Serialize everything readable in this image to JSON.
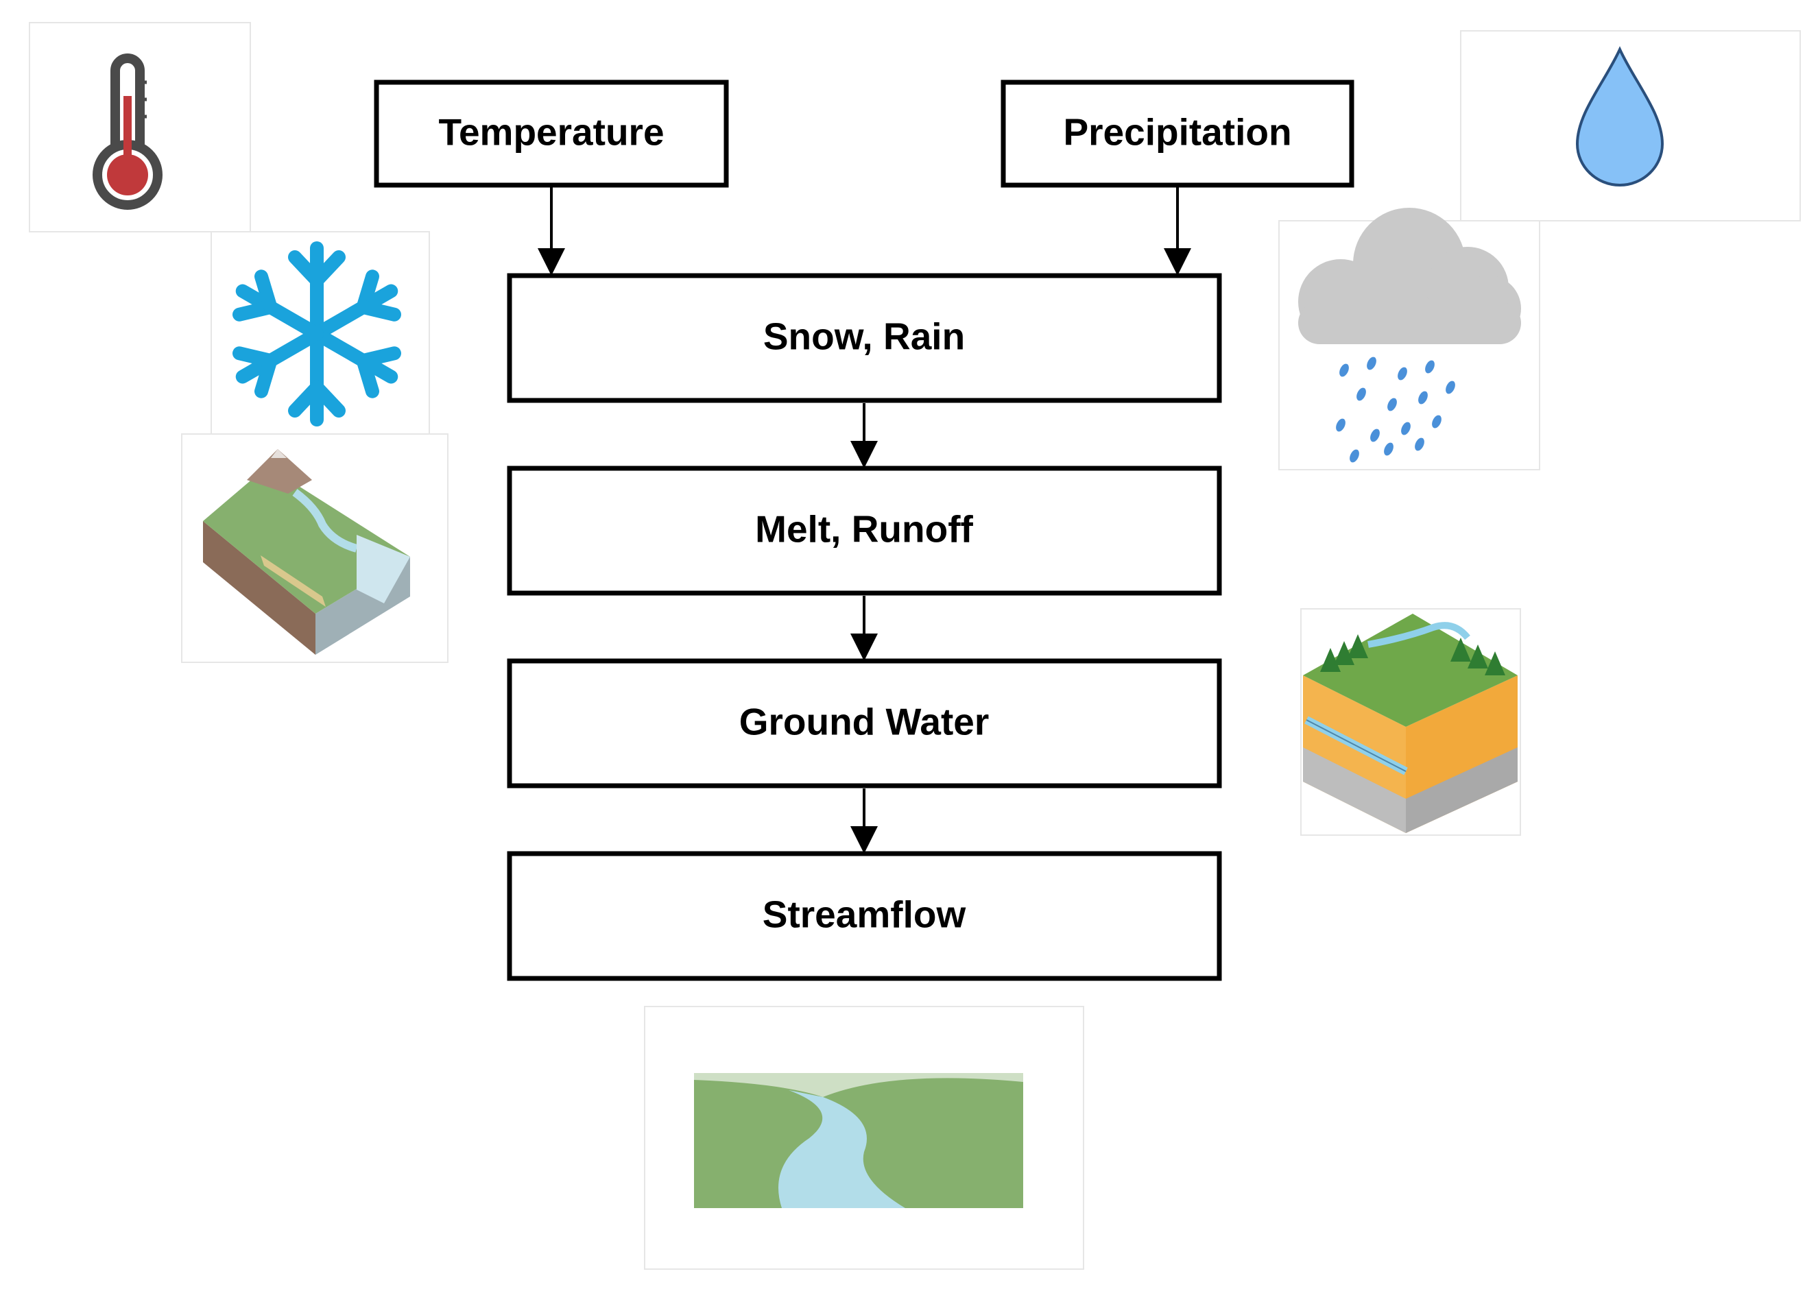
{
  "diagram": {
    "inputs": {
      "temperature": "Temperature",
      "precipitation": "Precipitation"
    },
    "steps": [
      "Snow, Rain",
      "Melt, Runoff",
      "Ground Water",
      "Streamflow"
    ]
  },
  "icons": [
    "thermometer-icon",
    "snowflake-icon",
    "water-drop-icon",
    "rain-cloud-icon",
    "mountain-landscape-icon",
    "groundwater-block-icon",
    "river-landscape-icon"
  ],
  "colors": {
    "box_border": "#000000",
    "snowflake": "#1aa3dc",
    "thermometer_bulb": "#c0393b",
    "drop": "#86c1f7",
    "cloud": "#c9c9c9",
    "raindrops": "#4a90d9",
    "grass": "#86b06e",
    "water": "#b2dde9"
  }
}
